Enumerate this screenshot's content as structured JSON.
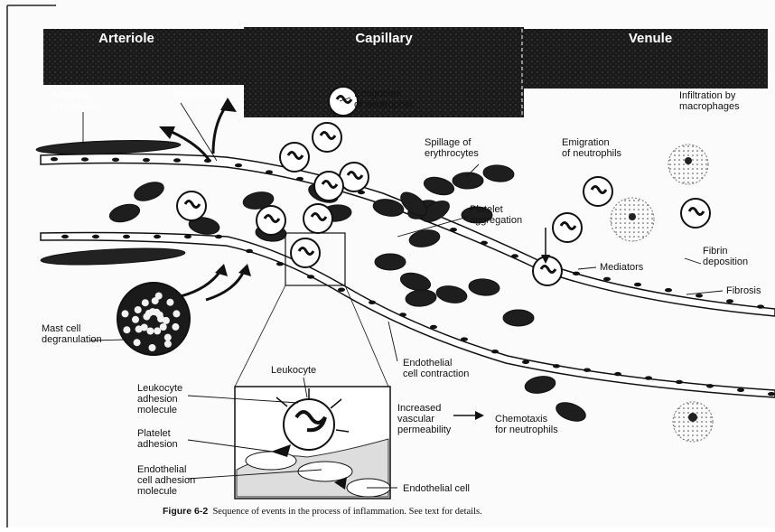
{
  "headers": {
    "arteriole": "Arteriole",
    "capillary": "Capillary",
    "venule": "Venule"
  },
  "labels": {
    "arteriolar_constriction": "Arteriolar\nconstriction",
    "transudate": "Transudate",
    "emigration_neutrophils_top": "Emigration\nof neutrophils",
    "infiltration_macrophages": "Infiltration by\nmacrophages",
    "spillage_erythrocytes": "Spillage of\nerythrocytes",
    "emigration_neutrophils_right": "Emigration\nof neutrophils",
    "platelet_aggregation": "Platelet\naggregation",
    "fibrin_deposition": "Fibrin\ndeposition",
    "mediators": "Mediators",
    "fibrosis": "Fibrosis",
    "mast_cell_degranulation": "Mast cell\ndegranulation",
    "endothelial_cell_contraction": "Endothelial\ncell contraction",
    "leukocyte": "Leukocyte",
    "leukocyte_adhesion_molecule": "Leukocyte\nadhesion\nmolecule",
    "platelet_adhesion": "Platelet\nadhesion",
    "endothelial_cell_adhesion_molecule": "Endothelial\ncell adhesion\nmolecule",
    "increased_vascular_permeability": "Increased\nvascular\npermeability",
    "chemotaxis_neutrophils": "Chemotaxis\nfor neutrophils",
    "endothelial_cell": "Endothelial cell"
  },
  "caption": {
    "figure_number": "Figure 6-2",
    "text": "Sequence of events in the process of inflammation. See text for details."
  },
  "colors": {
    "header_band": "#1a1a1a",
    "ink": "#111111",
    "erythrocyte": "#1e1e1e"
  }
}
